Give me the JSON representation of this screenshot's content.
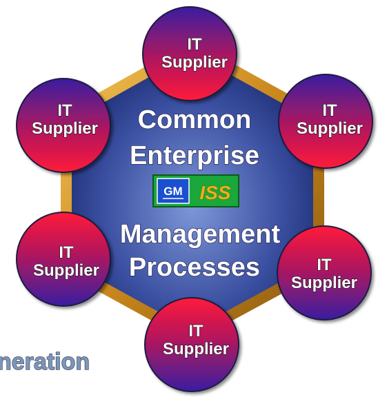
{
  "center": {
    "lines": [
      "Common",
      "Enterprise",
      "Management",
      "Processes"
    ]
  },
  "logo": {
    "gm_text": "GM",
    "iss_text": "ISS"
  },
  "nodes": [
    {
      "line1": "IT",
      "line2": "Supplier"
    },
    {
      "line1": "IT",
      "line2": "Supplier"
    },
    {
      "line1": "IT",
      "line2": "Supplier"
    },
    {
      "line1": "IT",
      "line2": "Supplier"
    },
    {
      "line1": "IT",
      "line2": "Supplier"
    },
    {
      "line1": "IT",
      "line2": "Supplier"
    }
  ],
  "side_text": "neration",
  "colors": {
    "ring": "#d89a2a",
    "hex_top": "#0d1b5c",
    "hex_bottom": "#6c86c8",
    "node_top": "#3a1fa0",
    "node_bottom": "#ff1a3a",
    "logo_green": "#1aa83a"
  }
}
